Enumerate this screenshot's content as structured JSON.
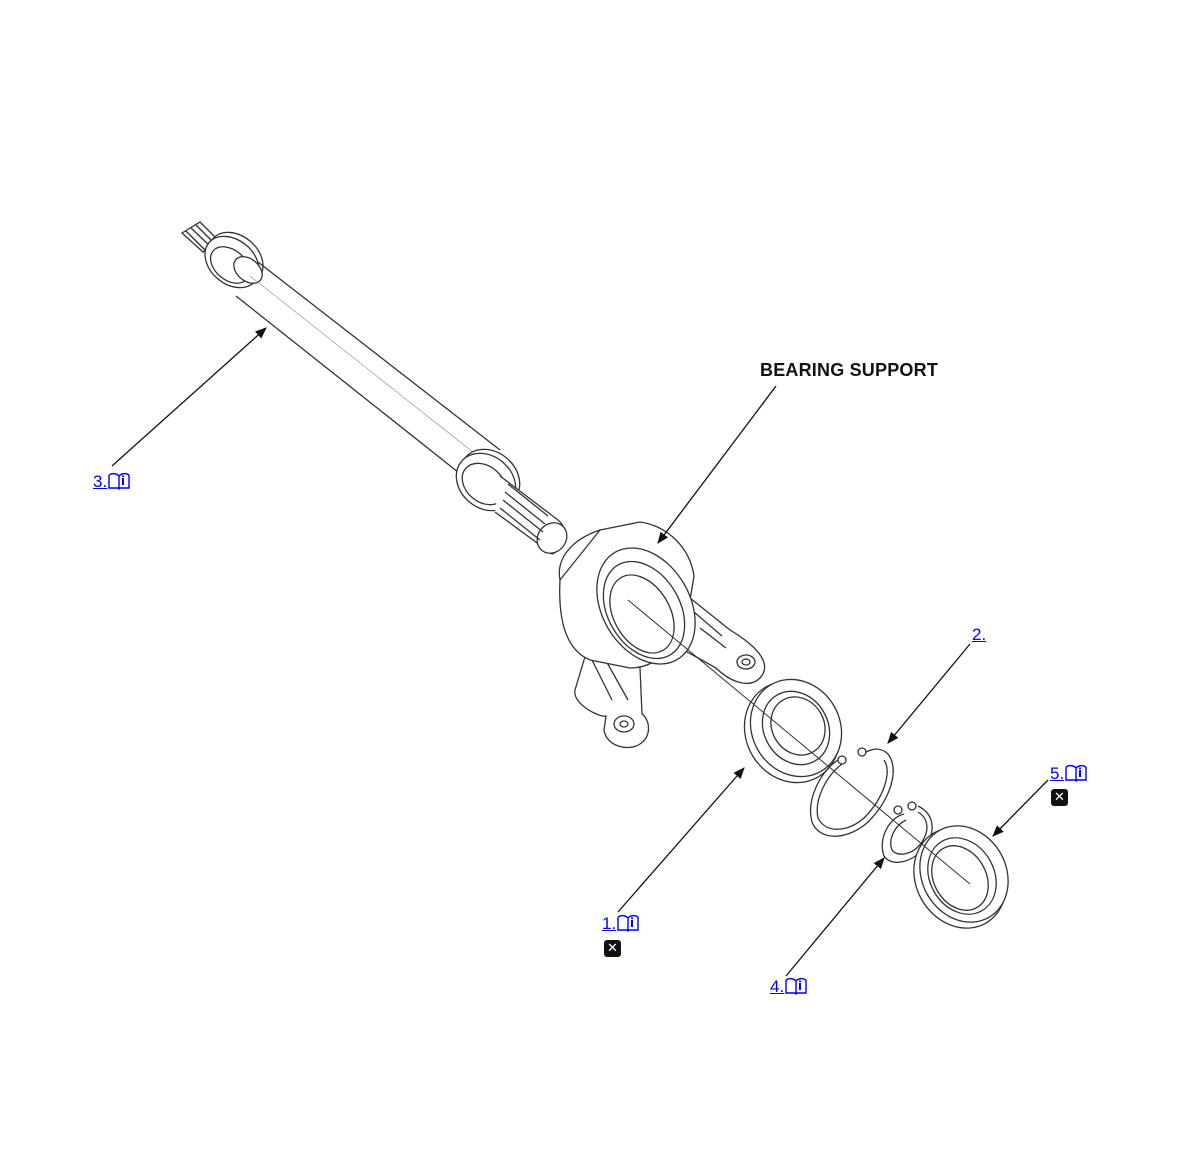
{
  "labels": {
    "bearing_support": "BEARING SUPPORT"
  },
  "callouts": [
    {
      "id": "1",
      "text": "1.",
      "has_info_icon": true,
      "has_x_icon": true
    },
    {
      "id": "2",
      "text": "2.",
      "has_info_icon": false,
      "has_x_icon": false
    },
    {
      "id": "3",
      "text": "3.",
      "has_info_icon": true,
      "has_x_icon": false
    },
    {
      "id": "4",
      "text": "4.",
      "has_info_icon": true,
      "has_x_icon": false
    },
    {
      "id": "5",
      "text": "5.",
      "has_info_icon": true,
      "has_x_icon": true
    }
  ],
  "colors": {
    "link": "#0000ee",
    "line": "#222222",
    "icon_bg": "#111111"
  },
  "icons": {
    "info": "book-info-icon",
    "replace": "x-box-icon"
  }
}
